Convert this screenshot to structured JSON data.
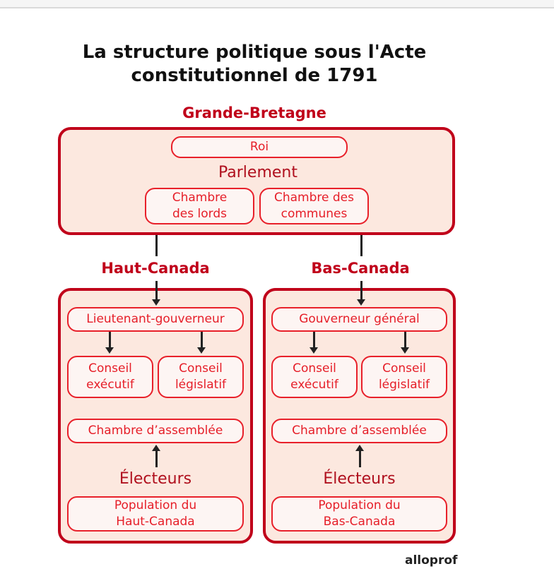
{
  "title": "La structure politique sous l'Acte constitutionnel de 1791",
  "gb": {
    "heading": "Grande-Bretagne",
    "roi": "Roi",
    "parlement": "Parlement",
    "lords": "Chambre\ndes lords",
    "communes": "Chambre des\ncommunes"
  },
  "haut": {
    "heading": "Haut-Canada",
    "gouverneur": "Lieutenant-gouverneur",
    "executif": "Conseil\nexécutif",
    "legislatif": "Conseil\nlégislatif",
    "assemblee": "Chambre d’assemblée",
    "electeurs": "Électeurs",
    "population": "Population du\nHaut-Canada"
  },
  "bas": {
    "heading": "Bas-Canada",
    "gouverneur": "Gouverneur général",
    "executif": "Conseil\nexécutif",
    "legislatif": "Conseil\nlégislatif",
    "assemblee": "Chambre d’assemblée",
    "electeurs": "Électeurs",
    "population": "Population du\nBas-Canada"
  },
  "logo": "alloprof",
  "colors": {
    "outer_border": "#c0001a",
    "outer_fill": "#fce8df",
    "box_border": "#e8202a",
    "text": "#e61e28"
  }
}
